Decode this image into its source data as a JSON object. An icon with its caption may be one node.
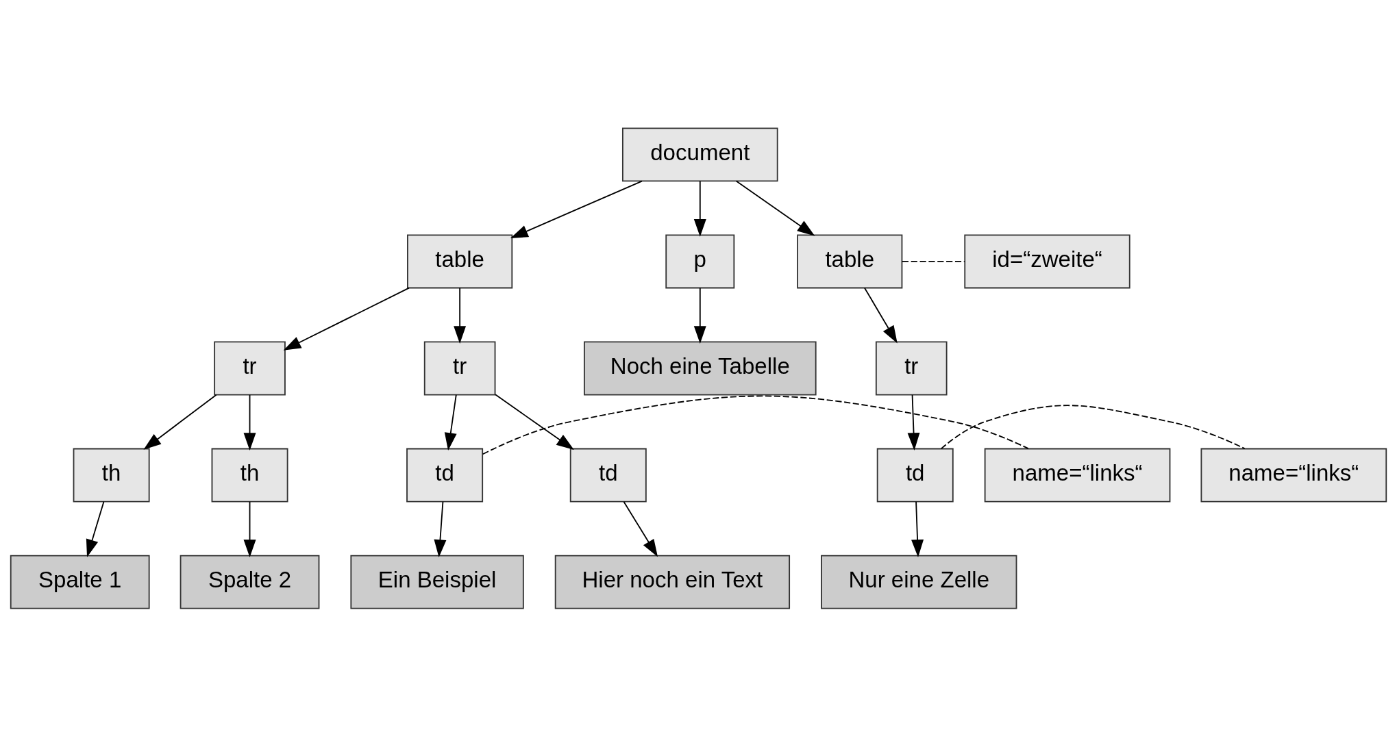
{
  "diagram": {
    "nodes": [
      {
        "text": [
          "document"
        ]
      },
      {
        "text": [
          "table"
        ]
      },
      {
        "text": [
          "p"
        ]
      },
      {
        "text": [
          "table"
        ]
      },
      {
        "text": [
          "id=“zweite“"
        ]
      },
      {
        "text": [
          "tr"
        ]
      },
      {
        "text": [
          "tr"
        ]
      },
      {
        "text": [
          "Noch eine Tabelle"
        ]
      },
      {
        "text": [
          "tr"
        ]
      },
      {
        "text": [
          "th"
        ]
      },
      {
        "text": [
          "th"
        ]
      },
      {
        "text": [
          "td"
        ]
      },
      {
        "text": [
          "name=“links“"
        ]
      },
      {
        "text": [
          "td"
        ]
      },
      {
        "text": [
          "td"
        ]
      },
      {
        "text": [
          "name=“links“"
        ]
      },
      {
        "text": [
          "Spalte 1"
        ]
      },
      {
        "text": [
          "Spalte 2"
        ]
      },
      {
        "text": [
          "Ein Beispiel"
        ]
      },
      {
        "text": [
          "Hier noch ein Text"
        ]
      },
      {
        "text": [
          "Nur eine Zelle"
        ]
      }
    ],
    "edges": [
      {
        "from": 0,
        "to": 1,
        "arrow": "to"
      },
      {
        "from": 0,
        "to": 2,
        "arrow": "to"
      },
      {
        "from": 0,
        "to": 3,
        "arrow": "to"
      },
      {
        "from": 3,
        "to": 4,
        "arrow": "none",
        "style": "dashed"
      },
      {
        "from": 1,
        "to": 5,
        "arrow": "to"
      },
      {
        "from": 1,
        "to": 6,
        "arrow": "to"
      },
      {
        "from": 2,
        "to": 7,
        "arrow": "to"
      },
      {
        "from": 3,
        "to": 8,
        "arrow": "to"
      },
      {
        "from": 5,
        "to": 9,
        "arrow": "to"
      },
      {
        "from": 5,
        "to": 10,
        "arrow": "to"
      },
      {
        "from": 6,
        "to": 11,
        "arrow": "to"
      },
      {
        "from": 11,
        "to": 12,
        "arrow": "none",
        "style": "dashed"
      },
      {
        "from": 6,
        "to": 13,
        "arrow": "to"
      },
      {
        "from": 8,
        "to": 14,
        "arrow": "to"
      },
      {
        "from": 14,
        "to": 15,
        "arrow": "none",
        "style": "dashed"
      },
      {
        "from": 9,
        "to": 16,
        "arrow": "to"
      },
      {
        "from": 10,
        "to": 17,
        "arrow": "to"
      },
      {
        "from": 11,
        "to": 18,
        "arrow": "to"
      },
      {
        "from": 13,
        "to": 19,
        "arrow": "to"
      },
      {
        "from": 14,
        "to": 20,
        "arrow": "to"
      }
    ]
  }
}
